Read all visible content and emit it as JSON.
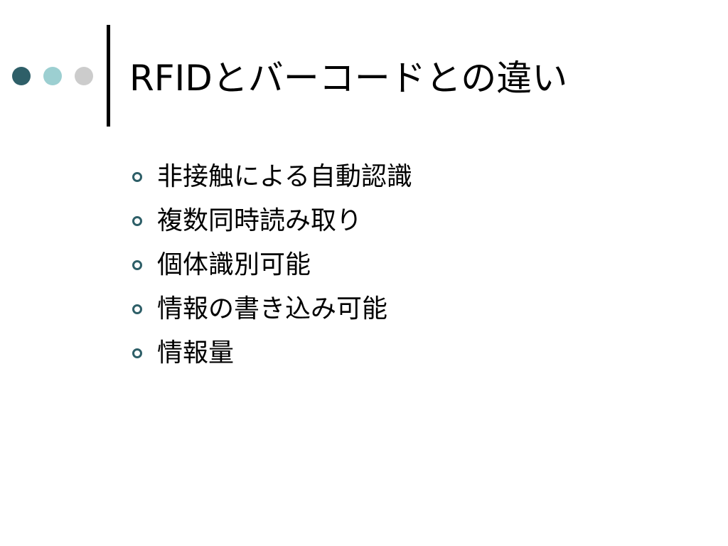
{
  "slide": {
    "title": "RFIDとバーコードとの違い",
    "bullets": [
      "非接触による自動認識",
      "複数同時読み取り",
      "個体識別可能",
      "情報の書き込み可能",
      "情報量"
    ]
  },
  "icons": {
    "bullet": "hollow-circle-bullet-icon",
    "decoration_dots": [
      "dark-teal-dot",
      "light-teal-dot",
      "light-gray-dot"
    ]
  },
  "colors": {
    "dot_dark": "#2e5f68",
    "dot_light": "#9ccfd1",
    "dot_gray": "#cccccc",
    "bullet": "#2e5f68",
    "rule": "#000000",
    "text": "#000000",
    "background": "#ffffff"
  }
}
